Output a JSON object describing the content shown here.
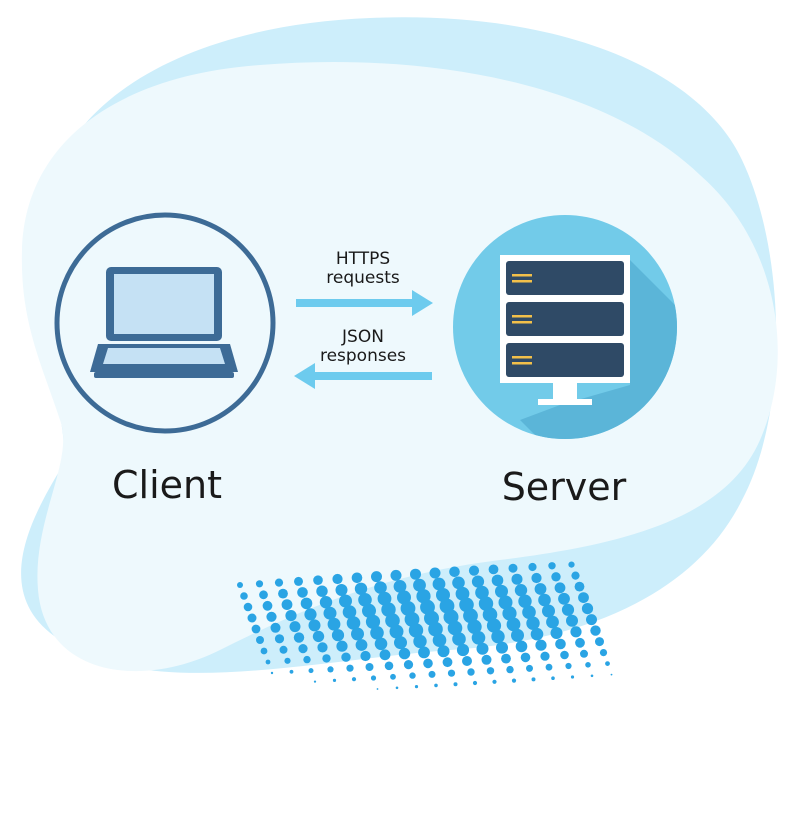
{
  "labels": {
    "client": "Client",
    "server": "Server",
    "request_line1": "HTTPS",
    "request_line2": "requests",
    "response_line1": "JSON",
    "response_line2": "responses"
  },
  "icons": {
    "client": "laptop-icon",
    "server": "server-rack-icon"
  },
  "colors": {
    "blob_outer": "#cdeefb",
    "blob_inner": "#eef9fd",
    "circle_ring": "#3d6b96",
    "server_circle": "#72cbe9",
    "server_shadow": "#5bb5d8",
    "rack_unit": "#2f4a66",
    "rack_led": "#f2c04a",
    "arrow": "#6dcbee",
    "dots": "#2aa4e4"
  }
}
